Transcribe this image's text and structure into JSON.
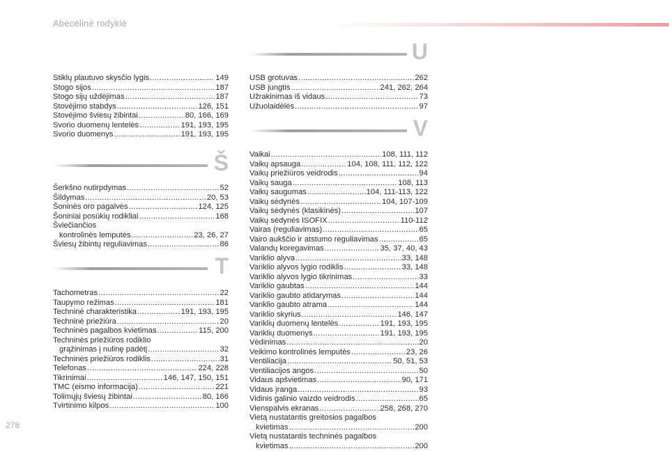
{
  "header": {
    "title": "Abėcėlinė rodyklė"
  },
  "page_number": "278",
  "left_column": {
    "s_continued": [
      {
        "term": "Stiklų plautuvo skysčio lygis",
        "pages": "149"
      },
      {
        "term": "Stogo sijos",
        "pages": "187"
      },
      {
        "term": "Stogo sijų uždėjimas",
        "pages": "187"
      },
      {
        "term": "Stovėjimo stabdys",
        "pages": "126, 151"
      },
      {
        "term": "Stovėjimo šviesų žibintai",
        "pages": "80, 166, 169"
      },
      {
        "term": "Svorio duomenų lentelės",
        "pages": "191, 193, 195"
      },
      {
        "term": "Svorio duomenys",
        "pages": "191, 193, 195"
      }
    ],
    "sh": {
      "letter": "Š",
      "entries": [
        {
          "term": "Šerkšno nutirpdymas",
          "pages": "52"
        },
        {
          "term": "Šildymas",
          "pages": "20, 53"
        },
        {
          "term": "Šoninės oro pagalvės",
          "pages": "124, 125"
        },
        {
          "term": "Šoniniai posūkių rodikliai",
          "pages": "168"
        },
        {
          "term": "Šviečiančios",
          "pages": ""
        },
        {
          "term": "kontrolinės lemputės",
          "pages": "23, 26, 27",
          "cont": true
        },
        {
          "term": "Šviesų žibintų reguliavimas",
          "pages": "86"
        }
      ]
    },
    "t": {
      "letter": "T",
      "entries": [
        {
          "term": "Tachometras",
          "pages": "22"
        },
        {
          "term": "Taupymo režimas",
          "pages": "181"
        },
        {
          "term": "Techninė charakteristika",
          "pages": "191, 193, 195"
        },
        {
          "term": "Techninė priežiūra",
          "pages": "20"
        },
        {
          "term": "Techninės pagalbos kvietimas",
          "pages": "115, 200"
        },
        {
          "term": "Techninės priežiūros rodiklio",
          "pages": ""
        },
        {
          "term": "grąžinimas į nulinę padėtį",
          "pages": "32",
          "cont": true
        },
        {
          "term": "Techninės priežiūros rodiklis",
          "pages": "31"
        },
        {
          "term": "Telefonas",
          "pages": "224, 228"
        },
        {
          "term": "Tikrinimai",
          "pages": "146, 147, 150, 151"
        },
        {
          "term": "TMC (eismo informacija)",
          "pages": "221"
        },
        {
          "term": "Tolimųjų šviesų žibintai",
          "pages": "80, 166"
        },
        {
          "term": "Tvirtinimo kilpos",
          "pages": "100"
        }
      ]
    }
  },
  "right_column": {
    "u": {
      "letter": "U",
      "entries": [
        {
          "term": "USB grotuvas",
          "pages": "262"
        },
        {
          "term": "USB jungtis",
          "pages": "241, 262, 264"
        },
        {
          "term": "Užrakinimas iš vidaus",
          "pages": "73"
        },
        {
          "term": "Užuolaidėlės",
          "pages": "97"
        }
      ]
    },
    "v": {
      "letter": "V",
      "entries": [
        {
          "term": "Vaikai",
          "pages": "108, 111, 112"
        },
        {
          "term": "Vaikų apsauga",
          "pages": "104, 108, 111, 112, 122"
        },
        {
          "term": "Vaikų priežiūros veidrodis",
          "pages": "94"
        },
        {
          "term": "Vaikų sauga",
          "pages": "108, 113"
        },
        {
          "term": "Vaikų saugumas",
          "pages": "104, 111-113, 122"
        },
        {
          "term": "Vaikų sėdynės",
          "pages": "104, 107-109"
        },
        {
          "term": "Vaikų sėdynės (klasikinės)",
          "pages": "107"
        },
        {
          "term": "Vaikų sėdynės ISOFIX",
          "pages": "110-112"
        },
        {
          "term": "Vairas (reguliavimas)",
          "pages": "65"
        },
        {
          "term": "Vairo aukščio ir atstumo reguliavimas",
          "pages": "65"
        },
        {
          "term": "Valandų koregavimas",
          "pages": "35, 37, 40, 43"
        },
        {
          "term": "Variklio alyva",
          "pages": "33, 148"
        },
        {
          "term": "Variklio alyvos lygio rodiklis",
          "pages": "33, 148"
        },
        {
          "term": "Variklio alyvos lygio tikrinimas",
          "pages": "33"
        },
        {
          "term": "Variklio gaubtas",
          "pages": "144"
        },
        {
          "term": "Variklio gaubto atidarymas",
          "pages": "144"
        },
        {
          "term": "Variklio gaubto atrama",
          "pages": "144"
        },
        {
          "term": "Variklio skyrius",
          "pages": "146, 147"
        },
        {
          "term": "Variklių duomenų lentelės",
          "pages": "191, 193, 195"
        },
        {
          "term": "Variklių duomenys",
          "pages": "191, 193, 195"
        },
        {
          "term": "Vėdinimas",
          "pages": "20"
        },
        {
          "term": "Veikimo kontrolinės lemputės",
          "pages": "23, 26"
        },
        {
          "term": "Ventiliacija",
          "pages": "50, 51, 53"
        },
        {
          "term": "Ventiliacijos angos",
          "pages": "50"
        },
        {
          "term": "Vidaus apšvietimas",
          "pages": "90, 171"
        },
        {
          "term": "Vidaus įranga",
          "pages": "93"
        },
        {
          "term": "Vidinis galinio vaizdo veidrodis",
          "pages": "65"
        },
        {
          "term": "Vienspalvis ekranas",
          "pages": "258, 268, 270"
        },
        {
          "term": "Vietą nustatantis greitosios pagalbos",
          "pages": ""
        },
        {
          "term": "kvietimas",
          "pages": "200",
          "cont": true
        },
        {
          "term": "Vietą nustatantis techninės pagalbos",
          "pages": ""
        },
        {
          "term": "kvietimas",
          "pages": "200",
          "cont": true
        }
      ]
    }
  }
}
